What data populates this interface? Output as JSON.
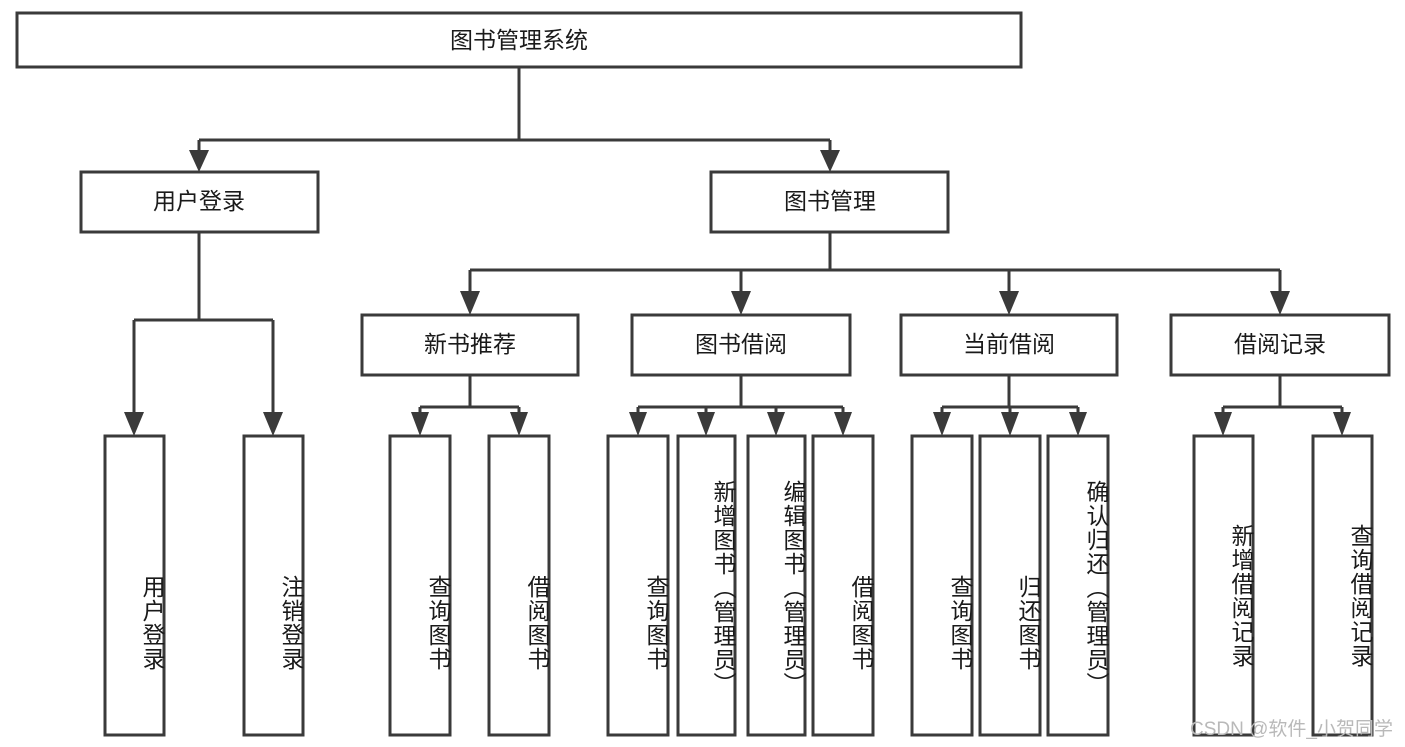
{
  "diagram": {
    "type": "tree",
    "title": "图书管理系统",
    "orientation": "top-down",
    "colors": {
      "box_stroke": "#3a3a3a",
      "box_fill": "#ffffff",
      "connector": "#3a3a3a",
      "label_text": "#1a1a1a",
      "watermark_text": "#b9b9b9",
      "background": "#ffffff"
    },
    "root": {
      "label": "图书管理系统"
    },
    "level1": [
      {
        "label": "用户登录"
      },
      {
        "label": "图书管理"
      }
    ],
    "level2": [
      {
        "label": "新书推荐"
      },
      {
        "label": "图书借阅"
      },
      {
        "label": "当前借阅"
      },
      {
        "label": "借阅记录"
      }
    ],
    "leaves": {
      "user_login": [
        {
          "label": "用户登录"
        },
        {
          "label": "注销登录"
        }
      ],
      "new_book_recommend": [
        {
          "label": "查询图书"
        },
        {
          "label": "借阅图书"
        }
      ],
      "book_borrow": [
        {
          "label": "查询图书"
        },
        {
          "label": "新增图书（管理员）"
        },
        {
          "label": "编辑图书（管理员）"
        },
        {
          "label": "借阅图书"
        }
      ],
      "current_borrow": [
        {
          "label": "查询图书"
        },
        {
          "label": "归还图书"
        },
        {
          "label": "确认归还（管理员）"
        }
      ],
      "borrow_record": [
        {
          "label": "新增借阅记录"
        },
        {
          "label": "查询借阅记录"
        }
      ]
    }
  },
  "watermark": {
    "text": "CSDN @软件_小贺同学"
  }
}
